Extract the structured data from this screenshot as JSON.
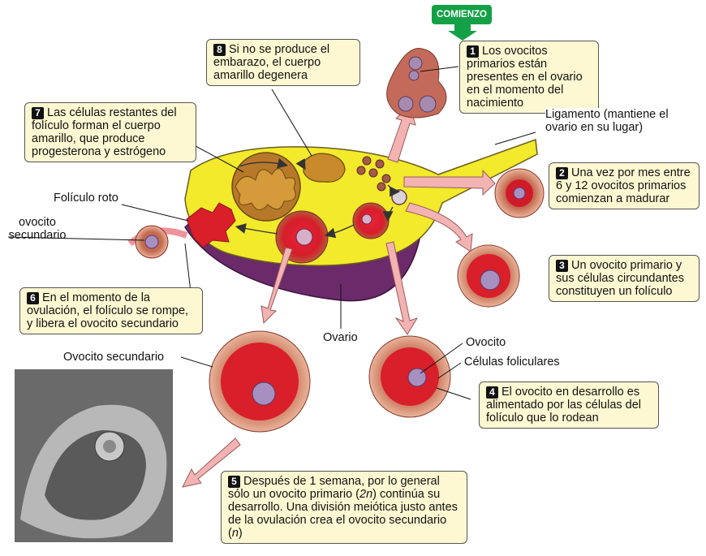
{
  "start_badge": "COMIENZO",
  "steps": [
    {
      "n": "1",
      "text": "Los ovocitos primarios están presentes en el ovario en el momento del nacimiento"
    },
    {
      "n": "2",
      "text": "Una vez por mes entre 6 y 12 ovocitos primarios comienzan a madurar"
    },
    {
      "n": "3",
      "text": "Un ovocito primario y sus células circundantes constituyen un folículo"
    },
    {
      "n": "4",
      "text": "El ovocito en desarrollo es alimentado por las células del folículo que lo rodean"
    },
    {
      "n": "5",
      "text_a": "Después de 1 semana, por lo general sólo un ovocito primario (",
      "t1": "2n",
      "text_b": ") continúa su desarrollo. Una división meiótica justo antes de la ovulación crea el ovocito secundario (",
      "t2": "n",
      "text_c": ")"
    },
    {
      "n": "6",
      "text": "En el momento de la ovulación, el folículo se rompe, y libera el ovocito secundario"
    },
    {
      "n": "7",
      "text": "Las células restantes del folículo forman el cuerpo amarillo, que produce progesterona y estrógeno"
    },
    {
      "n": "8",
      "text": "Si no se produce el embarazo, el cuerpo amarillo degenera"
    }
  ],
  "labels": {
    "ligamento": "Ligamento (mantiene el ovario en su lugar)",
    "foliculo_roto": "Folículo roto",
    "ovocito_secundario_left": "ovocito secundario",
    "ovario": "Ovario",
    "ovocito": "Ovocito",
    "celulas_foliculares": "Células foliculares",
    "ovocito_secundario_photo": "Ovocito secundario"
  }
}
